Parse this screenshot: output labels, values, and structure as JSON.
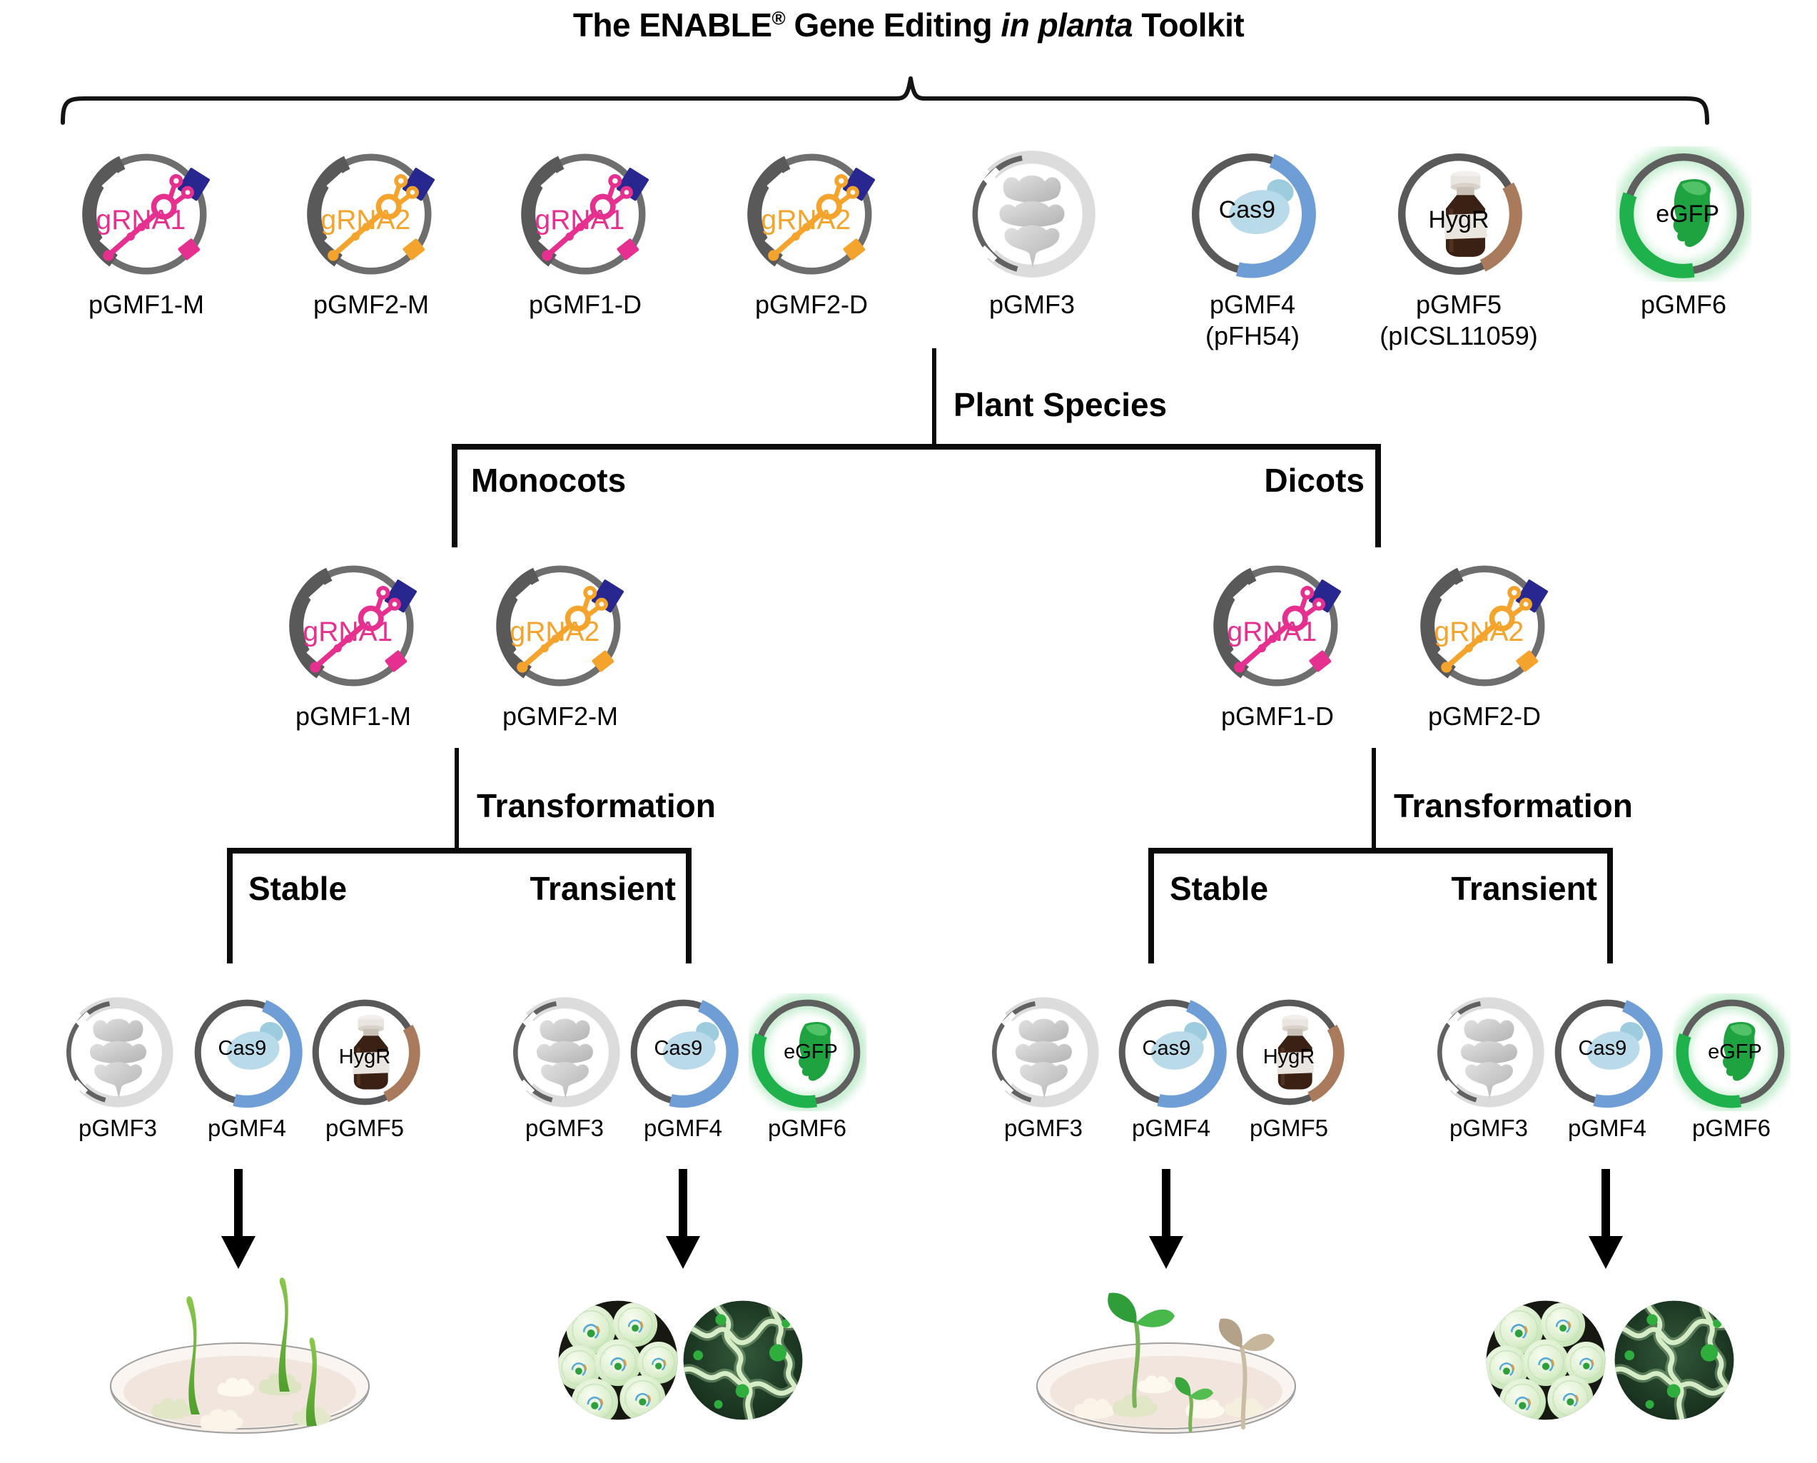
{
  "title": {
    "part1": "The ENABLE",
    "reg": "®",
    "part2": " Gene Editing ",
    "part3_italic": "in planta",
    "part4": " Toolkit"
  },
  "labels": {
    "plant_species": "Plant Species",
    "transformation": "Transformation",
    "stable": "Stable",
    "transient": "Transient"
  },
  "colors": {
    "grna1_pink": "#e6308f",
    "grna2_orange": "#f4a42c",
    "marker_navy": "#27278f",
    "cas9_arc_blue": "#6f9ed6",
    "hygr_arc_brown": "#a97a5c",
    "egfp_green": "#1fb24c",
    "ring_gray": "#6e6e6e",
    "scaffold_light_gray": "#dcdcdc"
  },
  "toolkit_row": [
    {
      "name": "pGMF1-M",
      "insert": "gRNA1",
      "kind": "grna-pink"
    },
    {
      "name": "pGMF2-M",
      "insert": "gRNA2",
      "kind": "grna-orange"
    },
    {
      "name": "pGMF1-D",
      "insert": "gRNA1",
      "kind": "grna-pink"
    },
    {
      "name": "pGMF2-D",
      "insert": "gRNA2",
      "kind": "grna-orange"
    },
    {
      "name": "pGMF3",
      "kind": "scaffold"
    },
    {
      "name": "pGMF4",
      "alias": "(pFH54)",
      "insert": "Cas9",
      "kind": "cas9"
    },
    {
      "name": "pGMF5",
      "alias": "(pICSL11059)",
      "insert": "HygR",
      "kind": "hygr"
    },
    {
      "name": "pGMF6",
      "insert": "eGFP",
      "kind": "egfp"
    }
  ],
  "branches": {
    "monocots": {
      "label": "Monocots",
      "guide_plasmids": [
        {
          "name": "pGMF1-M",
          "insert": "gRNA1"
        },
        {
          "name": "pGMF2-M",
          "insert": "gRNA2"
        }
      ],
      "stable_plasmids": [
        {
          "name": "pGMF3"
        },
        {
          "name": "pGMF4",
          "insert": "Cas9"
        },
        {
          "name": "pGMF5",
          "insert": "HygR"
        }
      ],
      "transient_plasmids": [
        {
          "name": "pGMF3"
        },
        {
          "name": "pGMF4",
          "insert": "Cas9"
        },
        {
          "name": "pGMF6",
          "insert": "eGFP"
        }
      ]
    },
    "dicots": {
      "label": "Dicots",
      "guide_plasmids": [
        {
          "name": "pGMF1-D",
          "insert": "gRNA1"
        },
        {
          "name": "pGMF2-D",
          "insert": "gRNA2"
        }
      ],
      "stable_plasmids": [
        {
          "name": "pGMF3"
        },
        {
          "name": "pGMF4",
          "insert": "Cas9"
        },
        {
          "name": "pGMF5",
          "insert": "HygR"
        }
      ],
      "transient_plasmids": [
        {
          "name": "pGMF3"
        },
        {
          "name": "pGMF4",
          "insert": "Cas9"
        },
        {
          "name": "pGMF6",
          "insert": "eGFP"
        }
      ]
    }
  }
}
